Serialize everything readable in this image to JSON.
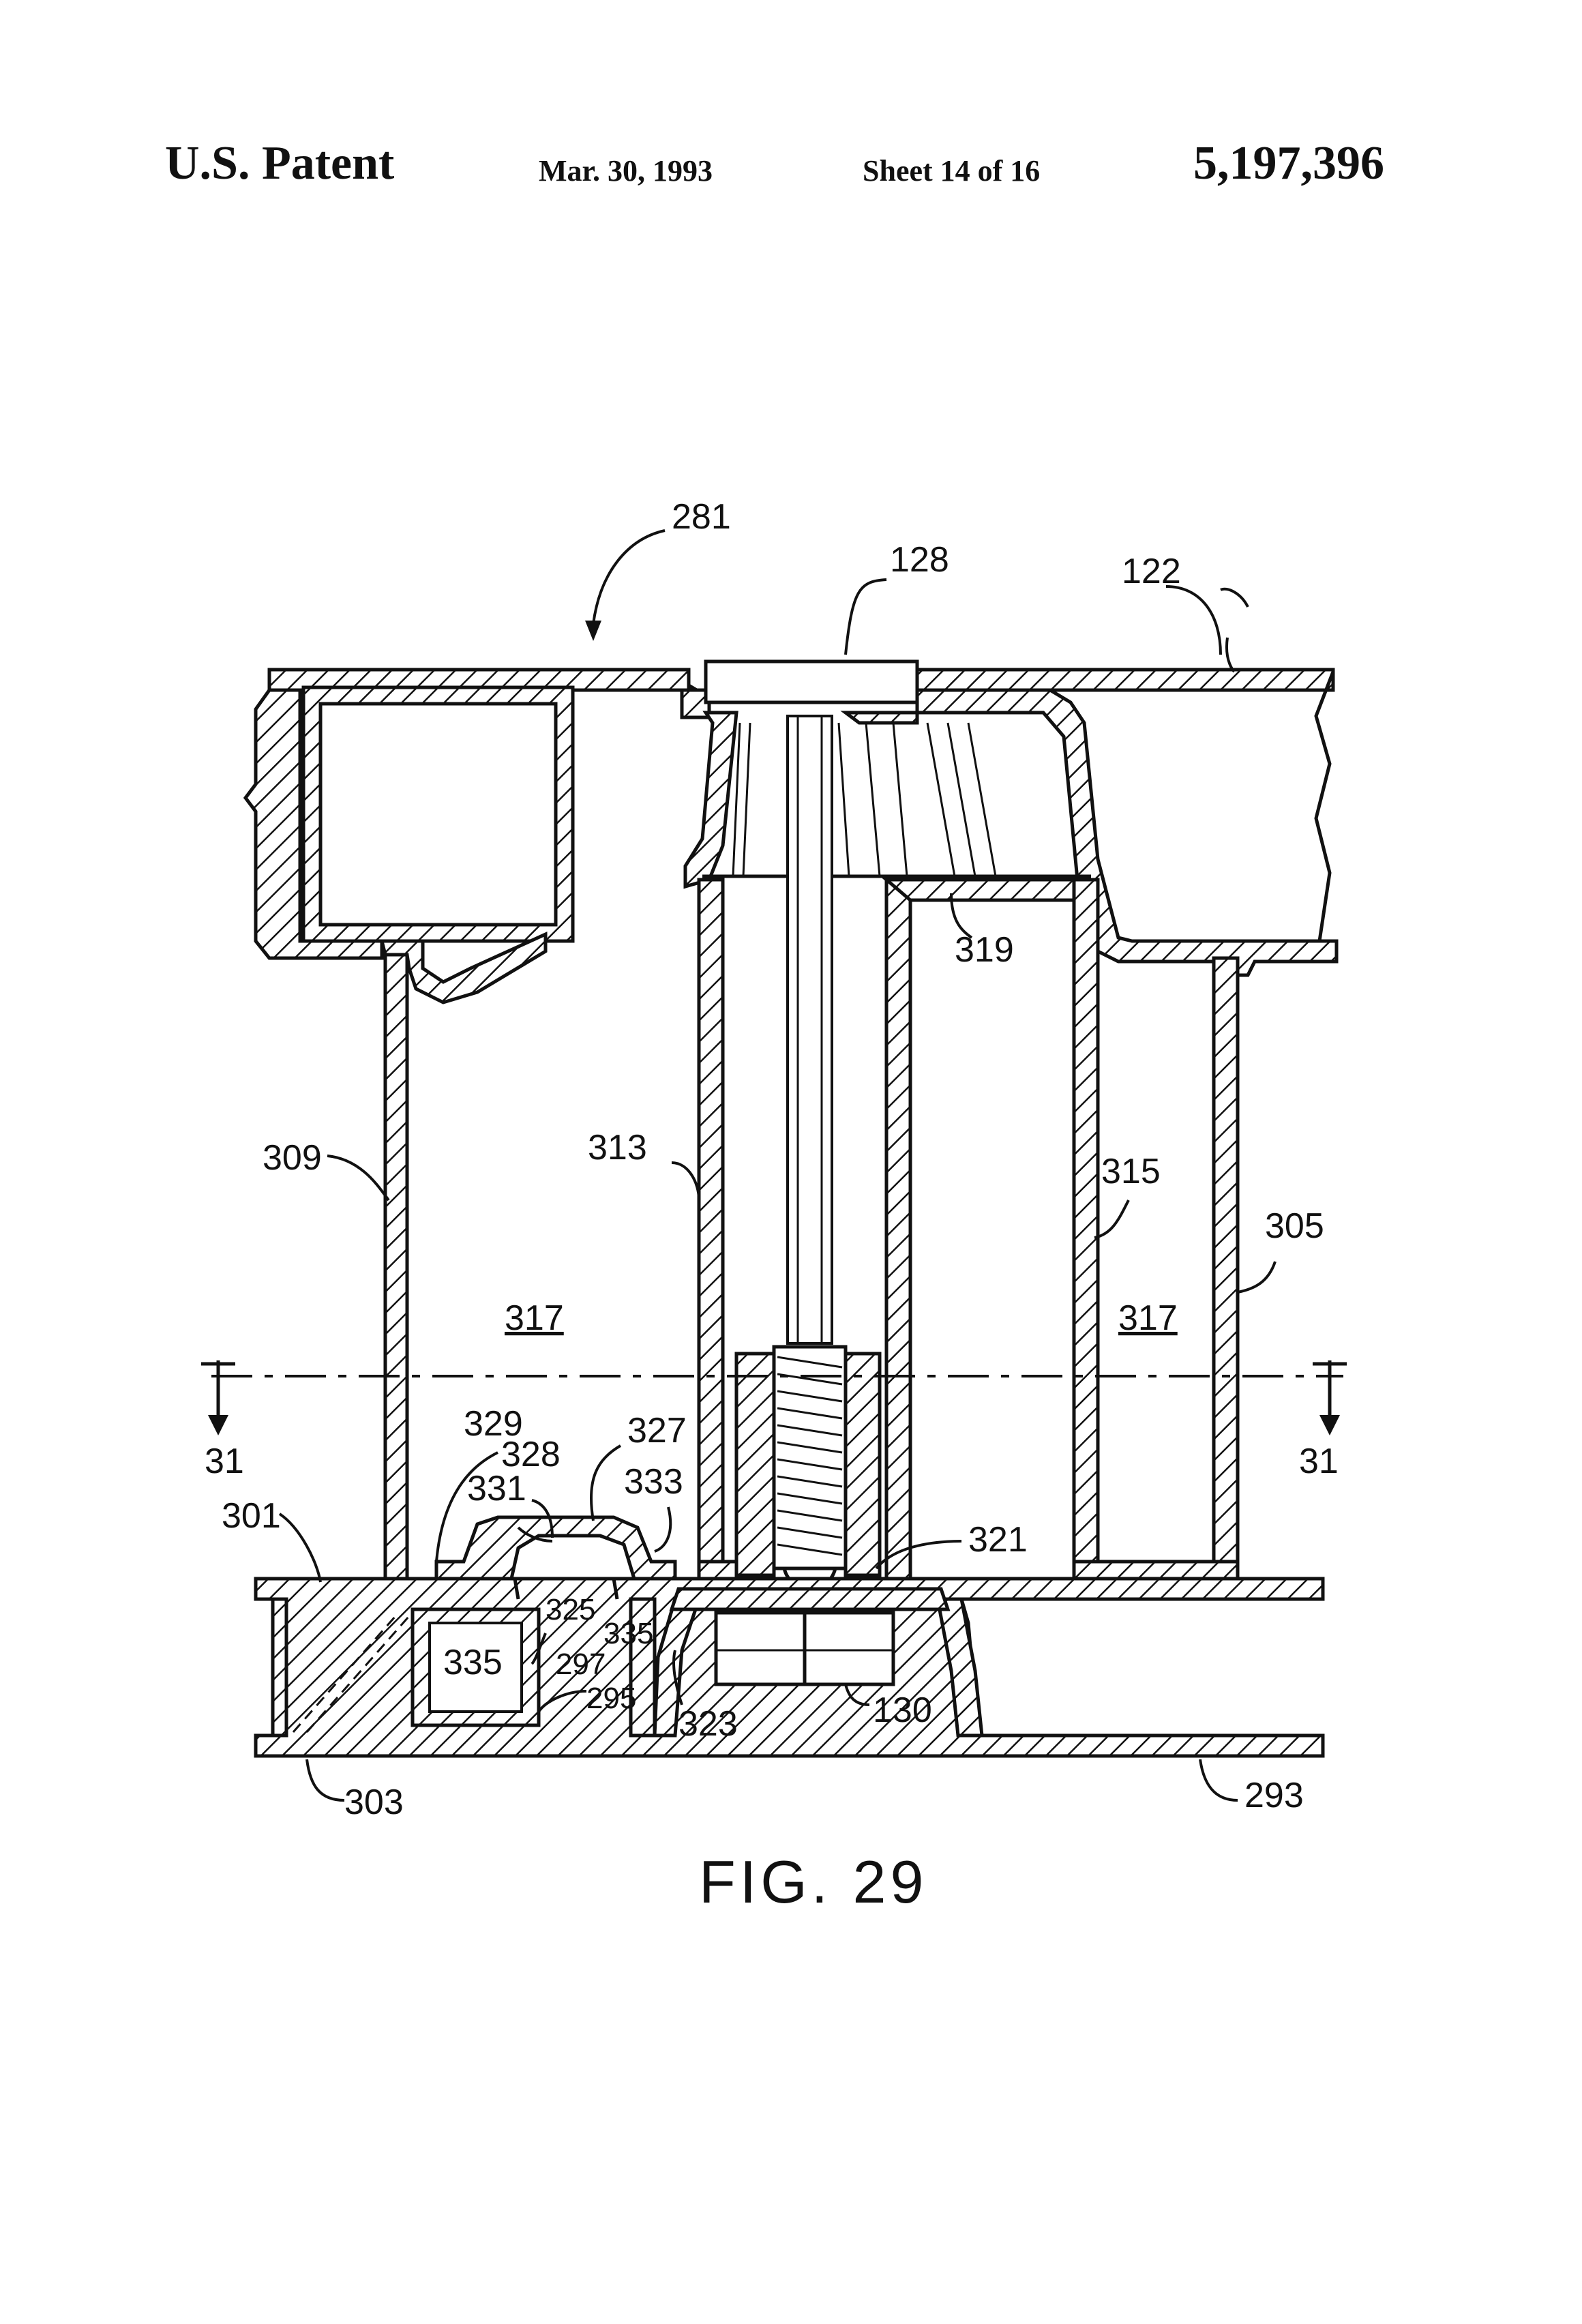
{
  "header": {
    "title": "U.S. Patent",
    "date": "Mar. 30, 1993",
    "sheet": "Sheet 14 of 16",
    "patent_number": "5,197,396"
  },
  "figure": {
    "caption": "FIG. 29",
    "section_marker": "31",
    "labels": {
      "l281": "281",
      "l128": "128",
      "l122": "122",
      "l319": "319",
      "l309": "309",
      "l313": "313",
      "l315": "315",
      "l305": "305",
      "l317a": "317",
      "l317b": "317",
      "l329": "329",
      "l327": "327",
      "l328": "328",
      "l331": "331",
      "l333": "333",
      "l301": "301",
      "l321": "321",
      "l325": "325",
      "l335a": "335",
      "l335b": "335",
      "l297": "297",
      "l295": "295",
      "l323": "323",
      "l130": "130",
      "l303": "303",
      "l293": "293"
    }
  }
}
